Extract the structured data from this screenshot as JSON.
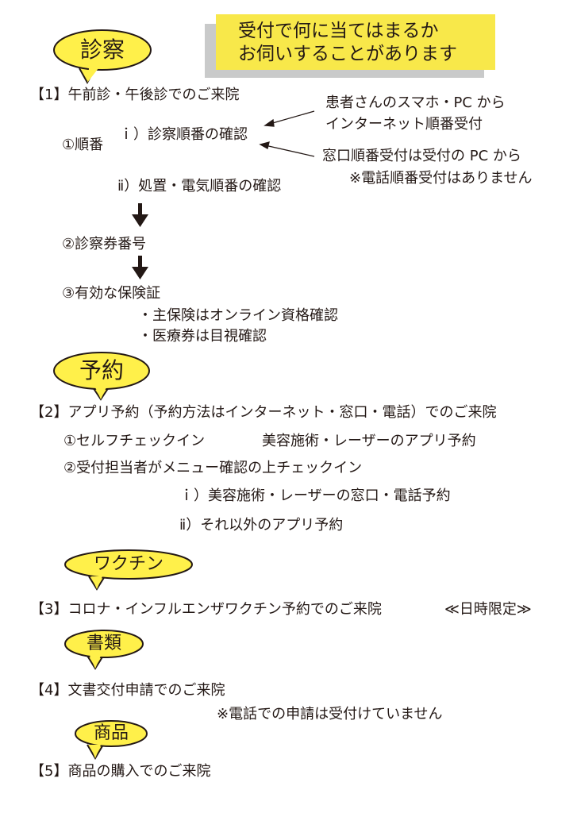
{
  "header": {
    "line1": "受付で何に当てはまるか",
    "line2": "お伺いすることがあります"
  },
  "colors": {
    "bubble": "#fff04a",
    "header_bg": "#f8e84a",
    "shadow": "#c9caca"
  },
  "sections": {
    "s1": {
      "tag": "診察",
      "title": "【1】午前診・午後診でのご来院",
      "order_label": "①順番",
      "item_i": "ｉ）診察順番の確認",
      "item_ii": "ⅱ）処置・電気順番の確認",
      "note_internet_1": "患者さんのスマホ・PC から",
      "note_internet_2": "インターネット順番受付",
      "note_window_1": "窓口順番受付は受付の PC から",
      "note_window_2": "※電話順番受付はありません",
      "step2": "②診察券番号",
      "step3": "③有効な保険証",
      "bullet1": "・主保険はオンライン資格確認",
      "bullet2": "・医療券は目視確認"
    },
    "s2": {
      "tag": "予約",
      "title": "【2】アプリ予約（予約方法はインターネット・窓口・電話）でのご来院",
      "item1": "①セルフチェックイン",
      "item1_note": "美容施術・レーザーのアプリ予約",
      "item2": "②受付担当者がメニュー確認の上チェックイン",
      "sub_i": "ｉ）美容施術・レーザーの窓口・電話予約",
      "sub_ii": "ⅱ）それ以外のアプリ予約"
    },
    "s3": {
      "tag": "ワクチン",
      "title": "【3】コロナ・インフルエンザワクチン予約でのご来院",
      "limit": "≪日時限定≫"
    },
    "s4": {
      "tag": "書類",
      "title": "【4】文書交付申請でのご来院",
      "note": "※電話での申請は受付けていません"
    },
    "s5": {
      "tag": "商品",
      "title": "【5】商品の購入でのご来院"
    }
  }
}
